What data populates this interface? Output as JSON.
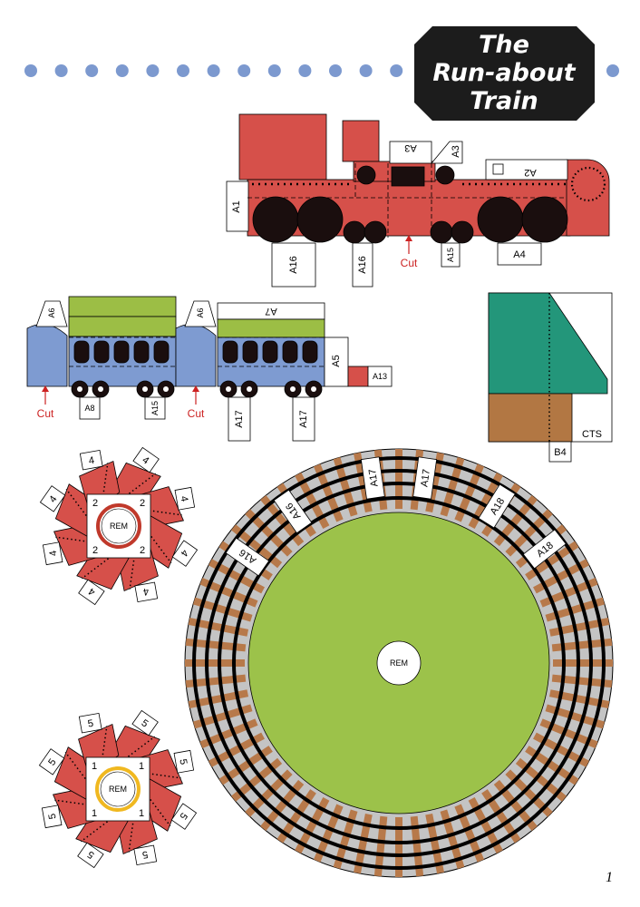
{
  "title": {
    "line1": "The",
    "line2": "Run-about",
    "line3": "Train"
  },
  "page_number": "1",
  "colors": {
    "engine_red": "#d6504a",
    "carriage_blue": "#7e9bd1",
    "roof_green": "#9cbe45",
    "window_black": "#1a0e0e",
    "tree_green": "#23967a",
    "trunk_brown": "#b27743",
    "sleeper_brown": "#b7794a",
    "ballast_grey": "#c4c4c4",
    "grass_green": "#9cc24a",
    "dot_blue": "#7c99cf",
    "ring_red": "#c0392b",
    "ring_yellow": "#f0b820"
  },
  "engine": {
    "tabs": {
      "a1": "A1",
      "a2": "A2",
      "a3_left": "A3",
      "a3_right": "A3",
      "a4": "A4",
      "a15": "A15",
      "a16_left": "A16",
      "a16_right": "A16"
    },
    "cut_label": "Cut"
  },
  "carriages": {
    "tabs": {
      "a5": "A5",
      "a6_left": "A6",
      "a6_right": "A6",
      "a7": "A7",
      "a8": "A8",
      "a13": "A13",
      "a15": "A15",
      "a17_left": "A17",
      "a17_right": "A17"
    },
    "cut_left": "Cut",
    "cut_right": "Cut"
  },
  "tree": {
    "cts": "CTS",
    "b4": "B4"
  },
  "wheel_upper": {
    "center": "REM",
    "tab": "4",
    "inner": "2"
  },
  "wheel_lower": {
    "center": "REM",
    "tab": "5",
    "inner": "1"
  },
  "track": {
    "center": "REM",
    "tabs": {
      "a16_a": "A16",
      "a16_b": "A16",
      "a17_a": "A17",
      "a17_b": "A17",
      "a18_a": "A18",
      "a18_b": "A18"
    }
  }
}
